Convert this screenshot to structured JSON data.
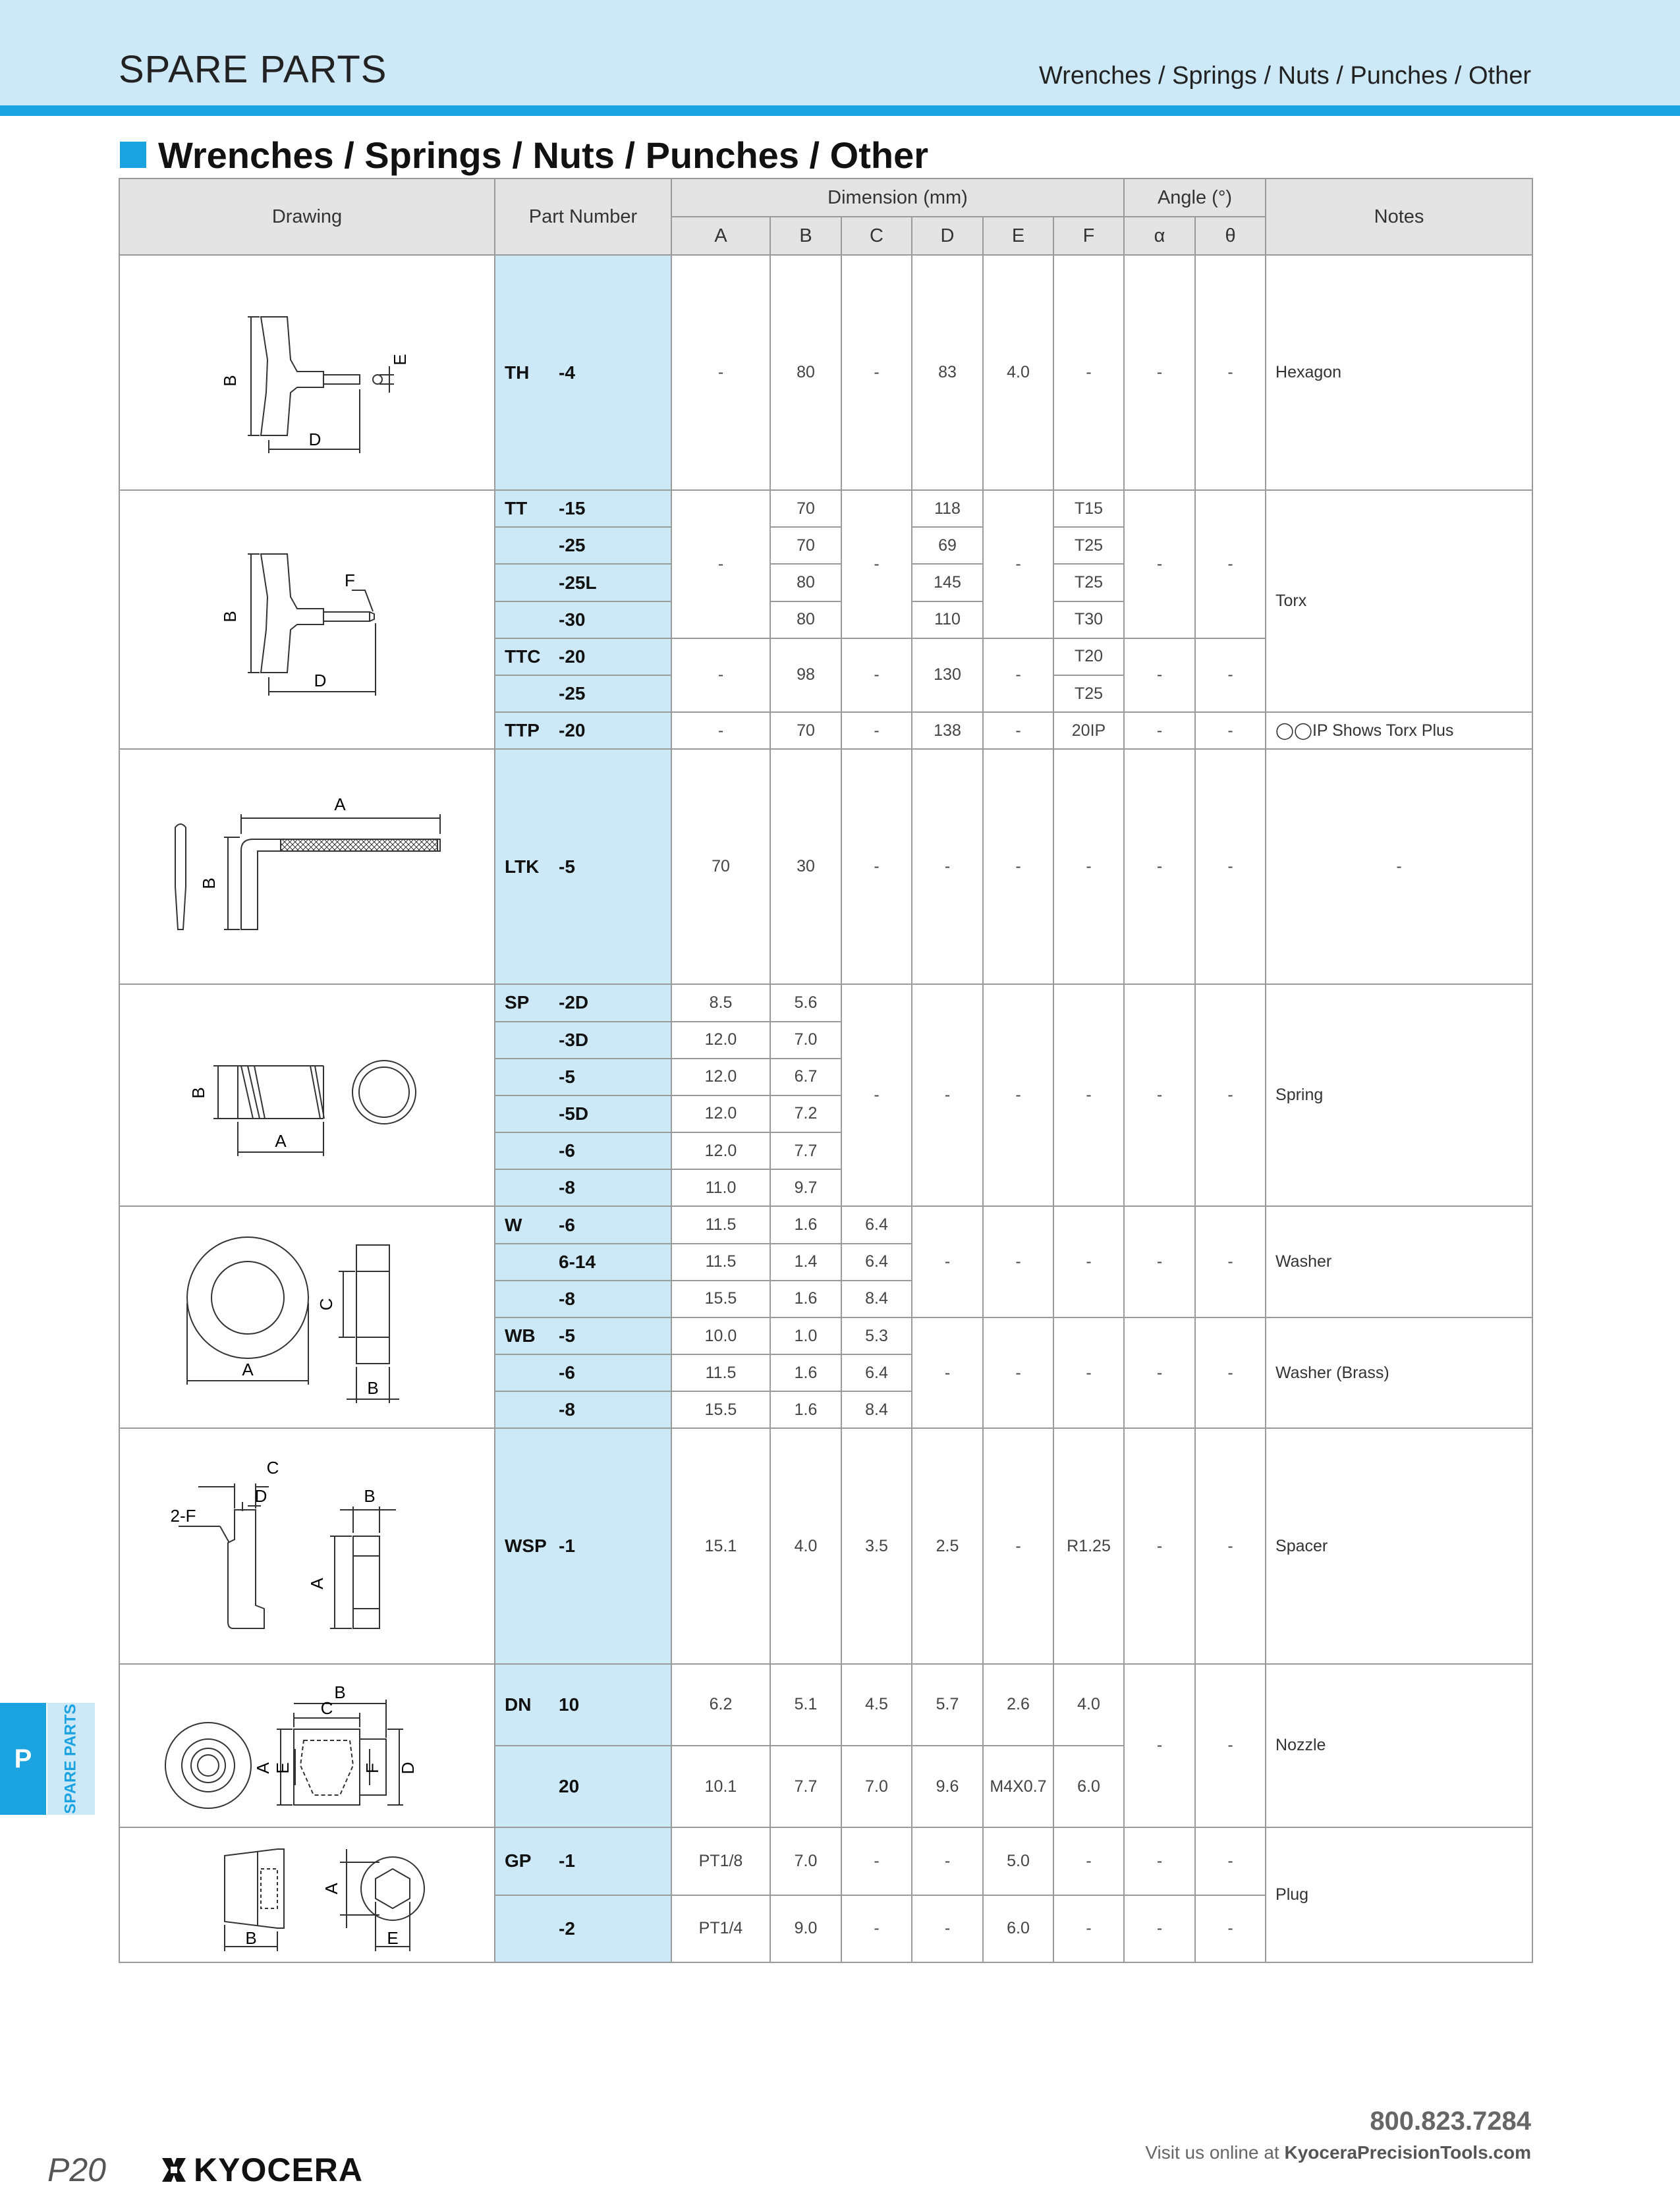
{
  "header": {
    "title": "SPARE PARTS",
    "breadcrumb": "Wrenches / Springs / Nuts / Punches / Other"
  },
  "section": {
    "title": "Wrenches / Springs / Nuts / Punches / Other"
  },
  "table": {
    "h_drawing": "Drawing",
    "h_part": "Part Number",
    "h_dimension": "Dimension (mm)",
    "h_angle": "Angle (°)",
    "h_notes": "Notes",
    "cols": [
      "A",
      "B",
      "C",
      "D",
      "E",
      "F"
    ],
    "angle_cols": [
      "α",
      "θ"
    ],
    "dash": "-",
    "rows": {
      "th4": {
        "series": "TH",
        "suffix": "-4",
        "A": "-",
        "B": "80",
        "C": "-",
        "D": "83",
        "E": "4.0",
        "F": "-",
        "alpha": "-",
        "theta": "-",
        "notes": "Hexagon"
      },
      "tt15": {
        "series": "TT",
        "suffix": "-15",
        "B": "70",
        "D": "118",
        "F": "T15"
      },
      "tt25": {
        "suffix": "-25",
        "B": "70",
        "D": "69",
        "F": "T25"
      },
      "tt25l": {
        "suffix": "-25L",
        "B": "80",
        "D": "145",
        "F": "T25"
      },
      "tt30": {
        "suffix": "-30",
        "B": "80",
        "D": "110",
        "F": "T30"
      },
      "tt_shared": {
        "A": "-",
        "C": "-",
        "E": "-",
        "alpha": "-",
        "theta": "-",
        "notes": "Torx"
      },
      "ttc20": {
        "series": "TTC",
        "suffix": "-20",
        "F": "T20"
      },
      "ttc25": {
        "suffix": "-25",
        "F": "T25"
      },
      "ttc_shared": {
        "A": "-",
        "B": "98",
        "C": "-",
        "D": "130",
        "E": "-",
        "alpha": "-",
        "theta": "-"
      },
      "ttp20": {
        "series": "TTP",
        "suffix": "-20",
        "A": "-",
        "B": "70",
        "C": "-",
        "D": "138",
        "E": "-",
        "F": "20IP",
        "alpha": "-",
        "theta": "-",
        "notes": "◯◯IP Shows Torx Plus"
      },
      "ltk5": {
        "series": "LTK",
        "suffix": "-5",
        "A": "70",
        "B": "30",
        "C": "-",
        "D": "-",
        "E": "-",
        "F": "-",
        "alpha": "-",
        "theta": "-",
        "notes": "-"
      },
      "sp2d": {
        "series": "SP",
        "suffix": "-2D",
        "A": "8.5",
        "B": "5.6"
      },
      "sp3d": {
        "suffix": "-3D",
        "A": "12.0",
        "B": "7.0"
      },
      "sp5": {
        "suffix": "-5",
        "A": "12.0",
        "B": "6.7"
      },
      "sp5d": {
        "suffix": "-5D",
        "A": "12.0",
        "B": "7.2"
      },
      "sp6": {
        "suffix": "-6",
        "A": "12.0",
        "B": "7.7"
      },
      "sp8": {
        "suffix": "-8",
        "A": "11.0",
        "B": "9.7"
      },
      "sp_shared": {
        "C": "-",
        "D": "-",
        "E": "-",
        "F": "-",
        "alpha": "-",
        "theta": "-",
        "notes": "Spring"
      },
      "w6": {
        "series": "W",
        "suffix": "-6",
        "A": "11.5",
        "B": "1.6",
        "C": "6.4"
      },
      "w614": {
        "suffix": "6-14",
        "A": "11.5",
        "B": "1.4",
        "C": "6.4"
      },
      "w8": {
        "suffix": "-8",
        "A": "15.5",
        "B": "1.6",
        "C": "8.4"
      },
      "w_shared": {
        "D": "-",
        "E": "-",
        "F": "-",
        "alpha": "-",
        "theta": "-",
        "notes": "Washer"
      },
      "wb5": {
        "series": "WB",
        "suffix": "-5",
        "A": "10.0",
        "B": "1.0",
        "C": "5.3"
      },
      "wb6": {
        "suffix": "-6",
        "A": "11.5",
        "B": "1.6",
        "C": "6.4"
      },
      "wb8": {
        "suffix": "-8",
        "A": "15.5",
        "B": "1.6",
        "C": "8.4"
      },
      "wb_shared": {
        "D": "-",
        "E": "-",
        "F": "-",
        "alpha": "-",
        "theta": "-",
        "notes": "Washer (Brass)"
      },
      "wsp1": {
        "series": "WSP",
        "suffix": "-1",
        "A": "15.1",
        "B": "4.0",
        "C": "3.5",
        "D": "2.5",
        "E": "-",
        "F": "R1.25",
        "alpha": "-",
        "theta": "-",
        "notes": "Spacer"
      },
      "dn10": {
        "series": "DN",
        "suffix": "10",
        "A": "6.2",
        "B": "5.1",
        "C": "4.5",
        "D": "5.7",
        "E": "2.6",
        "F": "4.0"
      },
      "dn20": {
        "suffix": "20",
        "A": "10.1",
        "B": "7.7",
        "C": "7.0",
        "D": "9.6",
        "E": "M4X0.7",
        "F": "6.0"
      },
      "dn_shared": {
        "alpha": "-",
        "theta": "-",
        "notes": "Nozzle"
      },
      "gp1": {
        "series": "GP",
        "suffix": "-1",
        "A": "PT1/8",
        "B": "7.0",
        "C": "-",
        "D": "-",
        "E": "5.0",
        "F": "-",
        "alpha": "-",
        "theta": "-"
      },
      "gp2": {
        "suffix": "-2",
        "A": "PT1/4",
        "B": "9.0",
        "C": "-",
        "D": "-",
        "E": "6.0",
        "F": "-",
        "alpha": "-",
        "theta": "-"
      },
      "gp_shared": {
        "notes": "Plug"
      }
    }
  },
  "drawings": {
    "th": {
      "B": "B",
      "D": "D",
      "E": "E"
    },
    "tt": {
      "B": "B",
      "D": "D",
      "F": "F"
    },
    "ltk": {
      "A": "A",
      "B": "B"
    },
    "sp": {
      "A": "A",
      "B": "B"
    },
    "w": {
      "A": "A",
      "B": "B",
      "C": "C"
    },
    "wsp": {
      "A": "A",
      "B": "B",
      "C": "C",
      "D": "D",
      "F": "2-F"
    },
    "dn": {
      "A": "A",
      "B": "B",
      "C": "C",
      "D": "D",
      "E": "E",
      "F": "F"
    },
    "gp": {
      "A": "A",
      "B": "B",
      "E": "E"
    }
  },
  "side": {
    "letter": "P",
    "label": "SPARE PARTS"
  },
  "footer": {
    "page": "P20",
    "brand": "KYOCERA",
    "phone": "800.823.7284",
    "visit_prefix": "Visit us online at ",
    "visit_site": "KyoceraPrecisionTools.com"
  },
  "colors": {
    "accent": "#1aa3e0",
    "header_bg": "#cde9f8",
    "part_bg": "#cde9f8",
    "grid": "#9a9a9a",
    "thead_bg": "#e4e4e4"
  }
}
